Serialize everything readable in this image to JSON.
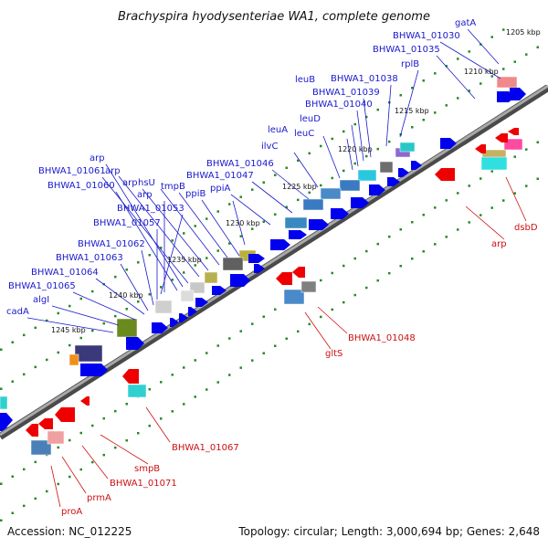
{
  "title": "Brachyspira hyodysenteriae WA1, complete genome",
  "footer": {
    "accession": "Accession: NC_012225",
    "summary": "Topology: circular; Length: 3,000,694 bp; Genes: 2,648"
  },
  "colors": {
    "forward_label": "#1a1acc",
    "reverse_label": "#cc1111",
    "forward_arrow": "#0000ee",
    "reverse_arrow": "#ee0000",
    "tick_dots": "#2a8a2a",
    "backbone": "#7f7f7f"
  },
  "scale": {
    "ticks": [
      "1205 kbp",
      "1210 kbp",
      "1215 kbp",
      "1220 kbp",
      "1225 kbp",
      "1230 kbp",
      "1235 kbp",
      "1240 kbp",
      "1245 kbp"
    ]
  },
  "forward_labels": [
    "gatA",
    "BHWA1_01030",
    "BHWA1_01035",
    "rplB",
    "BHWA1_01038",
    "leuB",
    "BHWA1_01039",
    "BHWA1_01040",
    "leuD",
    "leuC",
    "leuA",
    "ilvC",
    "BHWA1_01046",
    "BHWA1_01047",
    "ppiA",
    "tmpB",
    "ppiB",
    "arp",
    "hsU",
    "arp",
    "BHWA1_01061",
    "arp",
    "BHWA1_01060",
    "arp",
    "BHWA1_01053",
    "BHWA1_01057",
    "BHWA1_01062",
    "BHWA1_01063",
    "BHWA1_01064",
    "BHWA1_01065",
    "algI",
    "cadA"
  ],
  "reverse_labels": [
    "dsbD",
    "arp",
    "BHWA1_01048",
    "gltS",
    "BHWA1_01067",
    "smpB",
    "BHWA1_01071",
    "prmA",
    "proA"
  ]
}
